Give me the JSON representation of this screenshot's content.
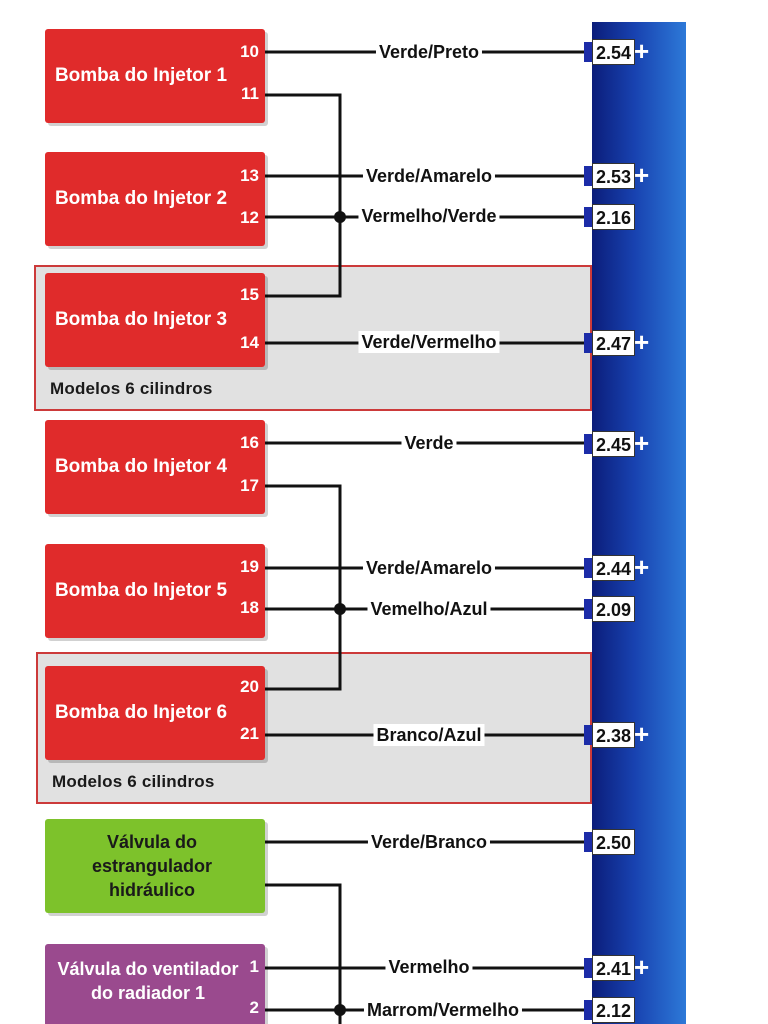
{
  "groups": [
    {
      "label": "Modelos 6 cilindros"
    },
    {
      "label": "Modelos 6 cilindros"
    }
  ],
  "components": [
    {
      "name": "Bomba do Injetor 1",
      "color": "#e02b2b",
      "pins": [
        "10",
        "11"
      ]
    },
    {
      "name": "Bomba do Injetor 2",
      "color": "#e02b2b",
      "pins": [
        "13",
        "12"
      ]
    },
    {
      "name": "Bomba do Injetor 3",
      "color": "#e02b2b",
      "pins": [
        "15",
        "14"
      ]
    },
    {
      "name": "Bomba do Injetor 4",
      "color": "#e02b2b",
      "pins": [
        "16",
        "17"
      ]
    },
    {
      "name": "Bomba do Injetor 5",
      "color": "#e02b2b",
      "pins": [
        "19",
        "18"
      ]
    },
    {
      "name": "Bomba do Injetor 6",
      "color": "#e02b2b",
      "pins": [
        "20",
        "21"
      ]
    },
    {
      "name": "Válvula do\nestrangulador\nhidráulico",
      "color": "#7dc22b",
      "pins": []
    },
    {
      "name": "Válvula do ventilador\ndo radiador 1",
      "color": "#9a4a8e",
      "pins": [
        "1",
        "2"
      ]
    }
  ],
  "wires": [
    {
      "label": "Verde/Preto",
      "terminal": "2.54",
      "plus": true
    },
    {
      "label": "Verde/Amarelo",
      "terminal": "2.53",
      "plus": true
    },
    {
      "label": "Vermelho/Verde",
      "terminal": "2.16",
      "plus": false
    },
    {
      "label": "Verde/Vermelho",
      "terminal": "2.47",
      "plus": true
    },
    {
      "label": "Verde",
      "terminal": "2.45",
      "plus": true
    },
    {
      "label": "Verde/Amarelo",
      "terminal": "2.44",
      "plus": true
    },
    {
      "label": "Vemelho/Azul",
      "terminal": "2.09",
      "plus": false
    },
    {
      "label": "Branco/Azul",
      "terminal": "2.38",
      "plus": true
    },
    {
      "label": "Verde/Branco",
      "terminal": "2.50",
      "plus": false
    },
    {
      "label": "Vermelho",
      "terminal": "2.41",
      "plus": true
    },
    {
      "label": "Marrom/Vermelho",
      "terminal": "2.12",
      "plus": false
    }
  ],
  "plus_symbol": "+",
  "colors": {
    "bus": "#1842b0",
    "injector": "#e02b2b",
    "valve_green": "#7dc22b",
    "valve_purple": "#9a4a8e",
    "group_border": "#cc3a3a"
  }
}
